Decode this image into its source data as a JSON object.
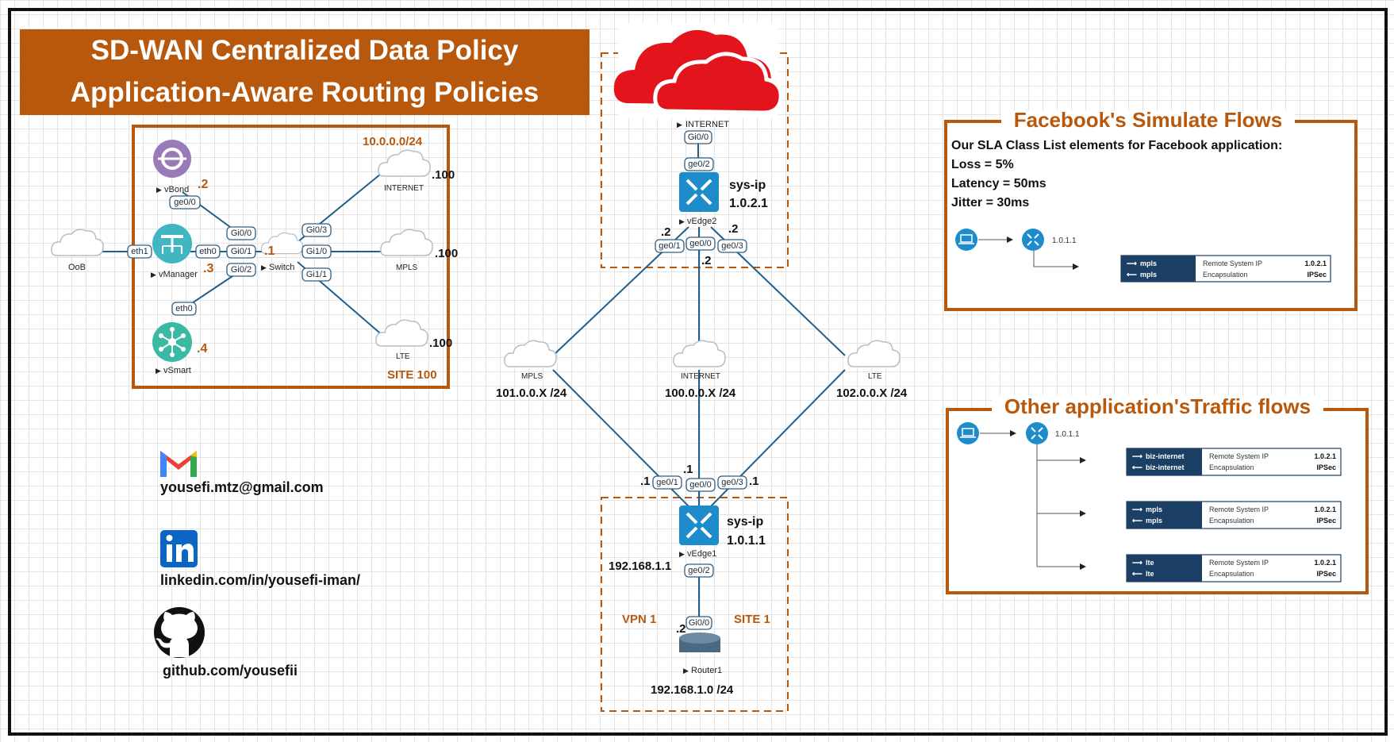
{
  "title": {
    "line1": "SD-WAN Centralized Data Policy",
    "line2": "Application-Aware Routing Policies",
    "bg_color": "#b8580c"
  },
  "colors": {
    "accent": "#b8580c",
    "link": "#1f5f8b",
    "device": "#1e8ccb"
  },
  "site100": {
    "subnet": "10.0.0.0/24",
    "name": "SITE 100",
    "vbond": {
      "label": "vBond",
      "suffix": ".2",
      "iface": "ge0/0"
    },
    "vmanager": {
      "label": "vManager",
      "suffix": ".3",
      "iface_eth0": "eth0",
      "iface_eth1": "eth1"
    },
    "vsmart": {
      "label": "vSmart",
      "suffix": ".4",
      "iface": "eth0"
    },
    "switch": {
      "label": "Switch",
      "suffix": ".1",
      "ifaces": [
        "Gi0/0",
        "Gi0/1",
        "Gi0/2",
        "Gi0/3",
        "Gi1/0",
        "Gi1/1"
      ]
    },
    "internet": {
      "label": "INTERNET",
      "suffix": ".100"
    },
    "mpls": {
      "label": "MPLS",
      "suffix": ".100"
    },
    "lte": {
      "label": "LTE",
      "suffix": ".100"
    }
  },
  "oob": {
    "label": "OoB"
  },
  "internet_top": {
    "label": "INTERNET",
    "iface": "Gi0/0"
  },
  "vedge2": {
    "label": "vEdge2",
    "sysip_label": "sys-ip",
    "sysip": "1.0.2.1",
    "ifaces": {
      "ge02": "ge0/2",
      "ge01": "ge0/1",
      "ge00": "ge0/0",
      "ge03": "ge0/3"
    },
    "suffix_left": ".2",
    "suffix_mid": ".2",
    "suffix_right": ".2"
  },
  "transports": {
    "mpls": {
      "label": "MPLS",
      "subnet": "101.0.0.X /24"
    },
    "internet": {
      "label": "INTERNET",
      "subnet": "100.0.0.X /24"
    },
    "lte": {
      "label": "LTE",
      "subnet": "102.0.0.X /24"
    }
  },
  "vedge1": {
    "label": "vEdge1",
    "sysip_label": "sys-ip",
    "sysip": "1.0.1.1",
    "lan_ip": "192.168.1.1",
    "ifaces": {
      "ge01": "ge0/1",
      "ge00": "ge0/0",
      "ge03": "ge0/3",
      "ge02": "ge0/2"
    },
    "suffix_left": ".1",
    "suffix_mid": ".1",
    "suffix_right": ".1"
  },
  "site1": {
    "vpn": "VPN 1",
    "name": "SITE 1",
    "lan_subnet": "192.168.1.0 /24"
  },
  "router1": {
    "label": "Router1",
    "iface": "Gi0/0",
    "suffix": ".2"
  },
  "contacts": {
    "email": "yousefi.mtz@gmail.com",
    "linkedin": "linkedin.com/in/yousefi-iman/",
    "github": "github.com/yousefii"
  },
  "facebook_panel": {
    "title": "Facebook's Simulate Flows",
    "intro": "Our SLA Class List elements for Facebook application:",
    "loss": "Loss = 5%",
    "latency": "Latency = 50ms",
    "jitter": "Jitter = 30ms",
    "router_ip": "1.0.1.1",
    "flow": {
      "color": "mpls",
      "col_remote": "Remote System IP",
      "col_remote_val": "1.0.2.1",
      "col_encap": "Encapsulation",
      "col_encap_val": "IPSec"
    }
  },
  "other_panel": {
    "title": "Other application'sTraffic flows",
    "router_ip": "1.0.1.1",
    "flows": [
      {
        "color": "biz-internet",
        "col_remote": "Remote System IP",
        "col_remote_val": "1.0.2.1",
        "col_encap": "Encapsulation",
        "col_encap_val": "IPSec"
      },
      {
        "color": "mpls",
        "col_remote": "Remote System IP",
        "col_remote_val": "1.0.2.1",
        "col_encap": "Encapsulation",
        "col_encap_val": "IPSec"
      },
      {
        "color": "lte",
        "col_remote": "Remote System IP",
        "col_remote_val": "1.0.2.1",
        "col_encap": "Encapsulation",
        "col_encap_val": "IPSec"
      }
    ]
  }
}
